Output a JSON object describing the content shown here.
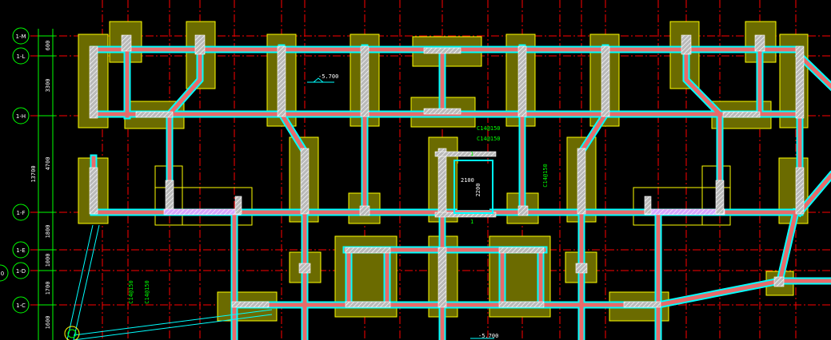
{
  "grid_labels": {
    "left": [
      "1-M",
      "1-L",
      "1-H",
      "1-F",
      "1-E",
      "1-D",
      "1-C"
    ],
    "partial_left": "0"
  },
  "dimensions": {
    "top": "600",
    "upper": "3300",
    "middle": "4700",
    "total": "13700",
    "f_e": "1800",
    "e_d": "1000",
    "d_c": "1700",
    "bottom": "1600"
  },
  "annotations": {
    "level_top": "-5.700",
    "level_bottom": "-5.700",
    "beam_a": "C14@150",
    "beam_b": "C14@150",
    "beam_c": "C14@150",
    "beam_d": "C14@150",
    "beam_e": "C14@150",
    "opening_w": "2100",
    "opening_h": "2200",
    "section_top": "1",
    "section_bottom": "1"
  },
  "colors": {
    "background": "#000000",
    "footing_fill": "#6b6b00",
    "footing_stroke": "#ffff00",
    "beam_fill": "#e86a6a",
    "beam_edge": "#00ffff",
    "wall_hatch": "#ffffff",
    "grid_line": "#ff0000",
    "dim_line": "#00ff00"
  }
}
